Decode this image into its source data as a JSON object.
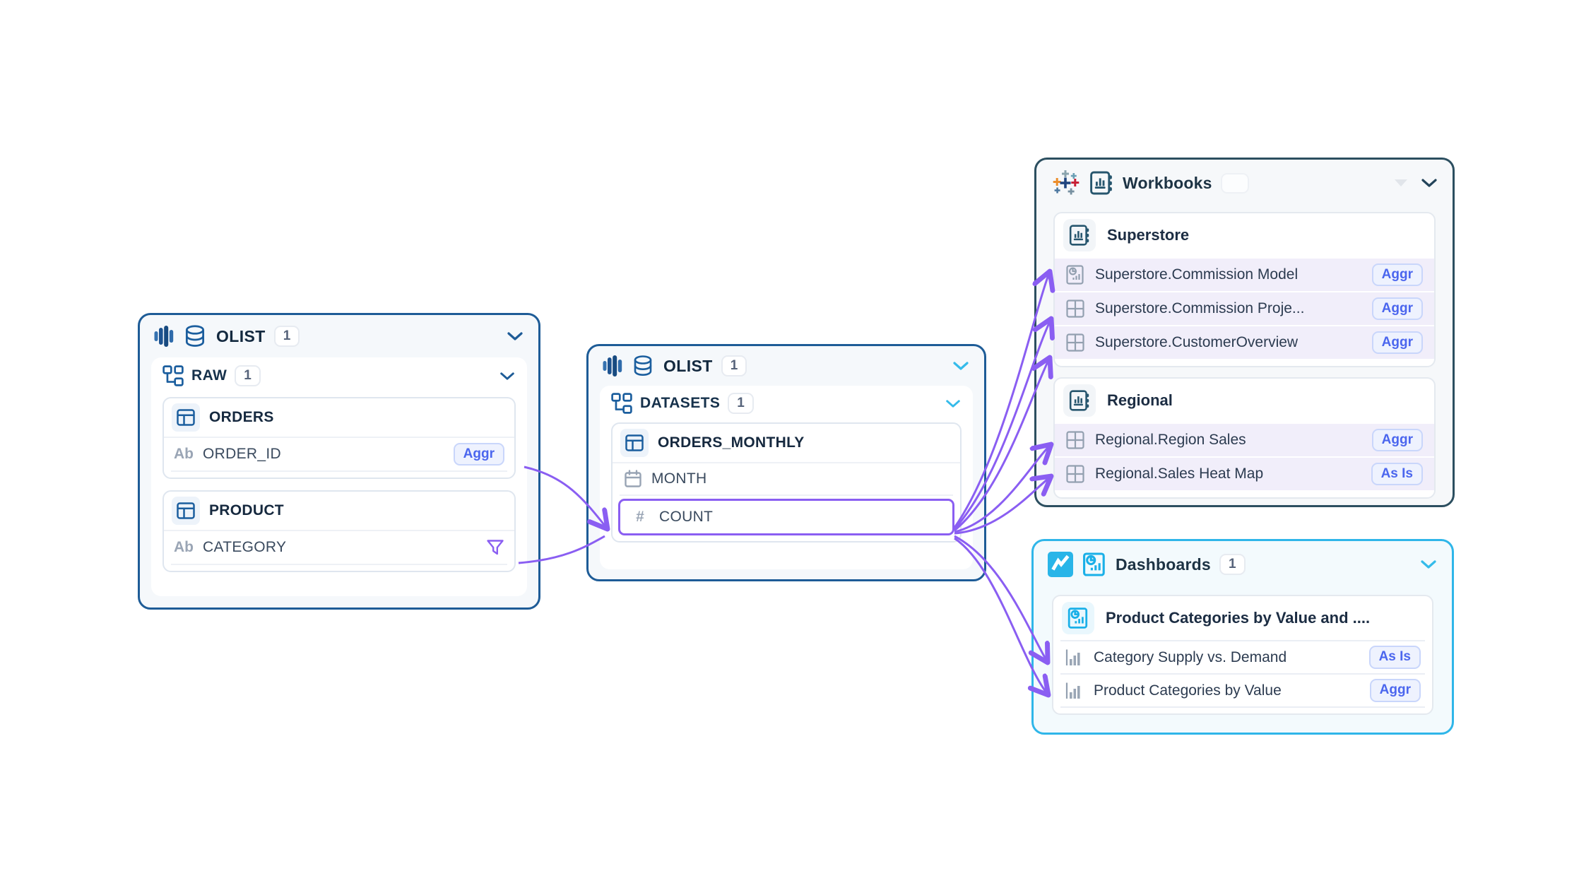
{
  "source_panel": {
    "title": "OLIST",
    "count": "1",
    "section": {
      "title": "RAW",
      "count": "1"
    },
    "tables": [
      {
        "name": "ORDERS",
        "fields": [
          {
            "type_glyph": "Ab",
            "name": "ORDER_ID",
            "badge": "Aggr"
          }
        ]
      },
      {
        "name": "PRODUCT",
        "fields": [
          {
            "type_glyph": "Ab",
            "name": "CATEGORY"
          }
        ]
      }
    ]
  },
  "dataset_panel": {
    "title": "OLIST",
    "count": "1",
    "section": {
      "title": "DATASETS",
      "count": "1"
    },
    "tables": [
      {
        "name": "ORDERS_MONTHLY",
        "fields": [
          {
            "name": "MONTH"
          },
          {
            "type_glyph": "#",
            "name": "COUNT"
          }
        ]
      }
    ]
  },
  "workbooks_panel": {
    "title": "Workbooks",
    "groups": [
      {
        "name": "Superstore",
        "items": [
          {
            "label": "Superstore.Commission Model",
            "badge": "Aggr"
          },
          {
            "label": "Superstore.Commission Proje...",
            "badge": "Aggr"
          },
          {
            "label": "Superstore.CustomerOverview",
            "badge": "Aggr"
          }
        ]
      },
      {
        "name": "Regional",
        "items": [
          {
            "label": "Regional.Region Sales",
            "badge": "Aggr"
          },
          {
            "label": "Regional.Sales Heat Map",
            "badge": "As Is"
          }
        ]
      }
    ]
  },
  "dashboards_panel": {
    "title": "Dashboards",
    "count": "1",
    "group": {
      "name": "Product Categories by Value and ....",
      "items": [
        {
          "label": "Category Supply vs. Demand",
          "badge": "As Is"
        },
        {
          "label": "Product Categories by Value",
          "badge": "Aggr"
        }
      ]
    }
  },
  "colors": {
    "arrow_purple": "#8a5ef2",
    "panel_blue": "#1e5c97",
    "workbooks_border": "#2c4f60",
    "dashboards_cyan": "#2fb6e9",
    "badge_blue": "#4b66ee",
    "lavender_row": "#f1eefa"
  }
}
